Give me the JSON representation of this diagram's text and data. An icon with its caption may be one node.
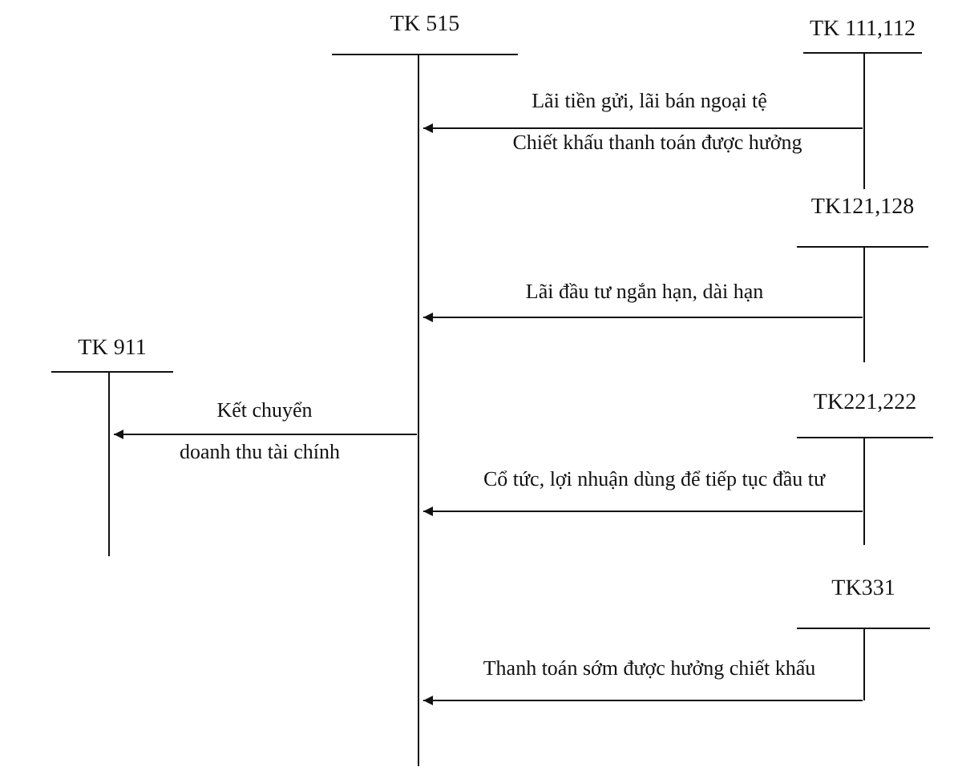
{
  "diagram": {
    "nodes": [
      {
        "text": [
          "TK 515"
        ]
      },
      {
        "text": [
          "TK 111,112"
        ]
      },
      {
        "text": [
          "TK121,128"
        ]
      },
      {
        "text": [
          "TK 911"
        ]
      },
      {
        "text": [
          "TK221,222"
        ]
      },
      {
        "text": [
          "TK331"
        ]
      }
    ],
    "edges": [
      {
        "from": 1,
        "to": 0,
        "arrow": "to",
        "label": "Lãi tiền gửi, lãi bán ngoại tệ"
      },
      {
        "from": 2,
        "to": 0,
        "arrow": "to",
        "label": "Lãi đầu tư ngắn hạn, dài hạn"
      },
      {
        "from": 0,
        "to": 3,
        "arrow": "to",
        "label": "Kết chuyển"
      },
      {
        "from": 4,
        "to": 0,
        "arrow": "to",
        "label": "Cổ tức, lợi nhuận dùng để tiếp tục đầu tư"
      },
      {
        "from": 5,
        "to": 0,
        "arrow": "to",
        "label": "Thanh toán sớm được hưởng chiết khấu"
      }
    ],
    "labels": [
      "Chiết khấu thanh toán được hưởng",
      "doanh thu tài chính"
    ]
  }
}
